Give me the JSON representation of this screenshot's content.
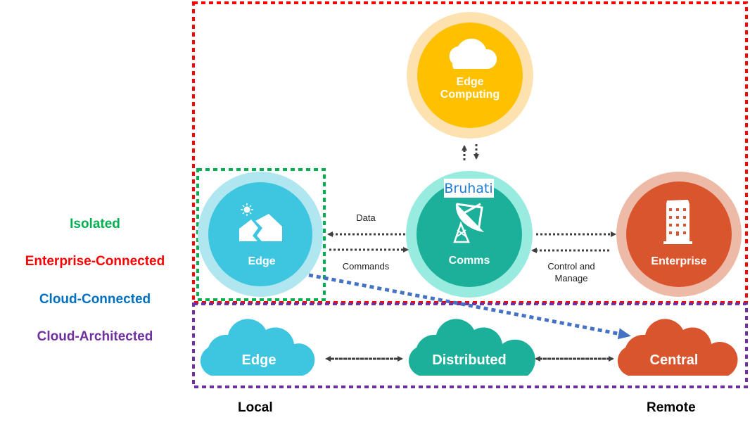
{
  "tiers": [
    {
      "label": "Isolated",
      "color": "#00b050"
    },
    {
      "label": "Enterprise-Connected",
      "color": "#ff0000"
    },
    {
      "label": "Cloud-Connected",
      "color": "#0070c0"
    },
    {
      "label": "Cloud-Architected",
      "color": "#7030a0"
    }
  ],
  "axis": {
    "left": "Local",
    "right": "Remote"
  },
  "nodes": {
    "edge_computing": {
      "line1": "Edge",
      "line2": "Computing",
      "icon": "cloud-icon",
      "color": "#ffc000",
      "ring": "#fde2b0"
    },
    "edge": {
      "label": "Edge",
      "icon": "mountain-sun-icon",
      "color": "#3ec6e0",
      "ring": "#b0e6f0"
    },
    "comms": {
      "label": "Comms",
      "icon": "satellite-dish-icon",
      "badge": "Bruhati",
      "color": "#1cb09a",
      "ring": "#98ecdf"
    },
    "enterprise": {
      "label": "Enterprise",
      "icon": "building-icon",
      "color": "#d9552e",
      "ring": "#eebaa8"
    }
  },
  "clouds": {
    "edge": {
      "label": "Edge",
      "color": "#3ec6e0"
    },
    "distributed": {
      "label": "Distributed",
      "color": "#1cb09a"
    },
    "central": {
      "label": "Central",
      "color": "#d9552e"
    }
  },
  "flows": {
    "data": "Data",
    "commands": "Commands",
    "control_manage_1": "Control and",
    "control_manage_2": "Manage"
  },
  "colors": {
    "enterprise_border": "#ff0000",
    "isolated_border": "#00b050",
    "cloud_border": "#7030a0",
    "cloud_connect_arrow": "#4472c4",
    "arrow": "#404040"
  }
}
